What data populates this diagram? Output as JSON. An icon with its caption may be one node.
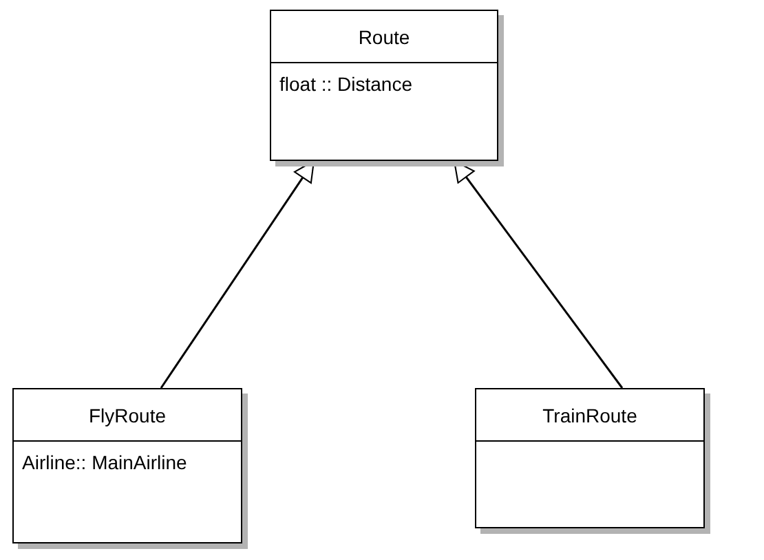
{
  "diagram": {
    "nodes": [
      {
        "text": [
          "Route",
          "float :: Distance"
        ]
      },
      {
        "text": [
          "FlyRoute",
          "Airline:: MainAirline"
        ]
      },
      {
        "text": [
          "TrainRoute"
        ]
      }
    ],
    "edges": [
      {
        "from": 1,
        "to": 0,
        "arrow": "to"
      },
      {
        "from": 2,
        "to": 0,
        "arrow": "to"
      }
    ]
  }
}
